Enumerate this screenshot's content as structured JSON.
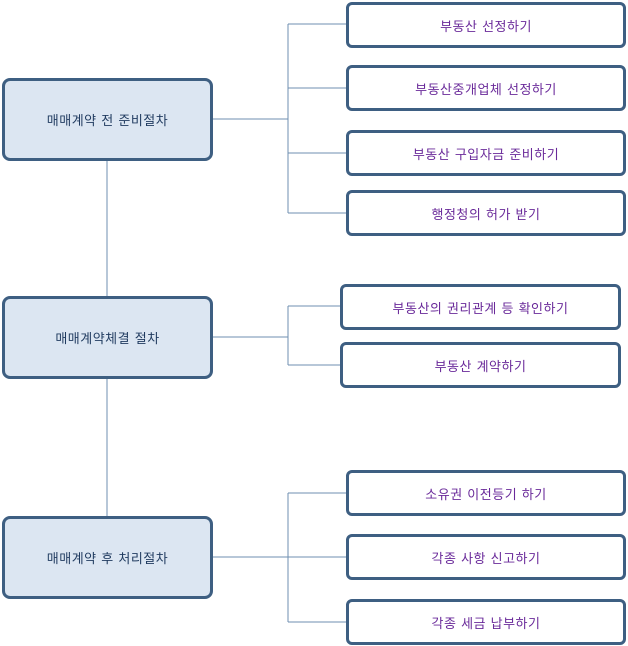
{
  "stages": [
    {
      "label": "매매계약 전 준비절차",
      "steps": [
        "부동산 선정하기",
        "부동산중개업체 선정하기",
        "부동산 구입자금 준비하기",
        "행정청의 허가 받기"
      ]
    },
    {
      "label": "매매계약체결 절차",
      "steps": [
        "부동산의 권리관계 등 확인하기",
        "부동산 계약하기"
      ]
    },
    {
      "label": "매매계약 후 처리절차",
      "steps": [
        "소유권 이전등기 하기",
        "각종 사항 신고하기",
        "각종 세금 납부하기"
      ]
    }
  ],
  "colors": {
    "stage_fill": "#dce6f2",
    "border": "#3e5f82",
    "connector": "#6f8fb0",
    "stage_text": "#1f3a5f",
    "step_text": "#6a2a9a"
  }
}
